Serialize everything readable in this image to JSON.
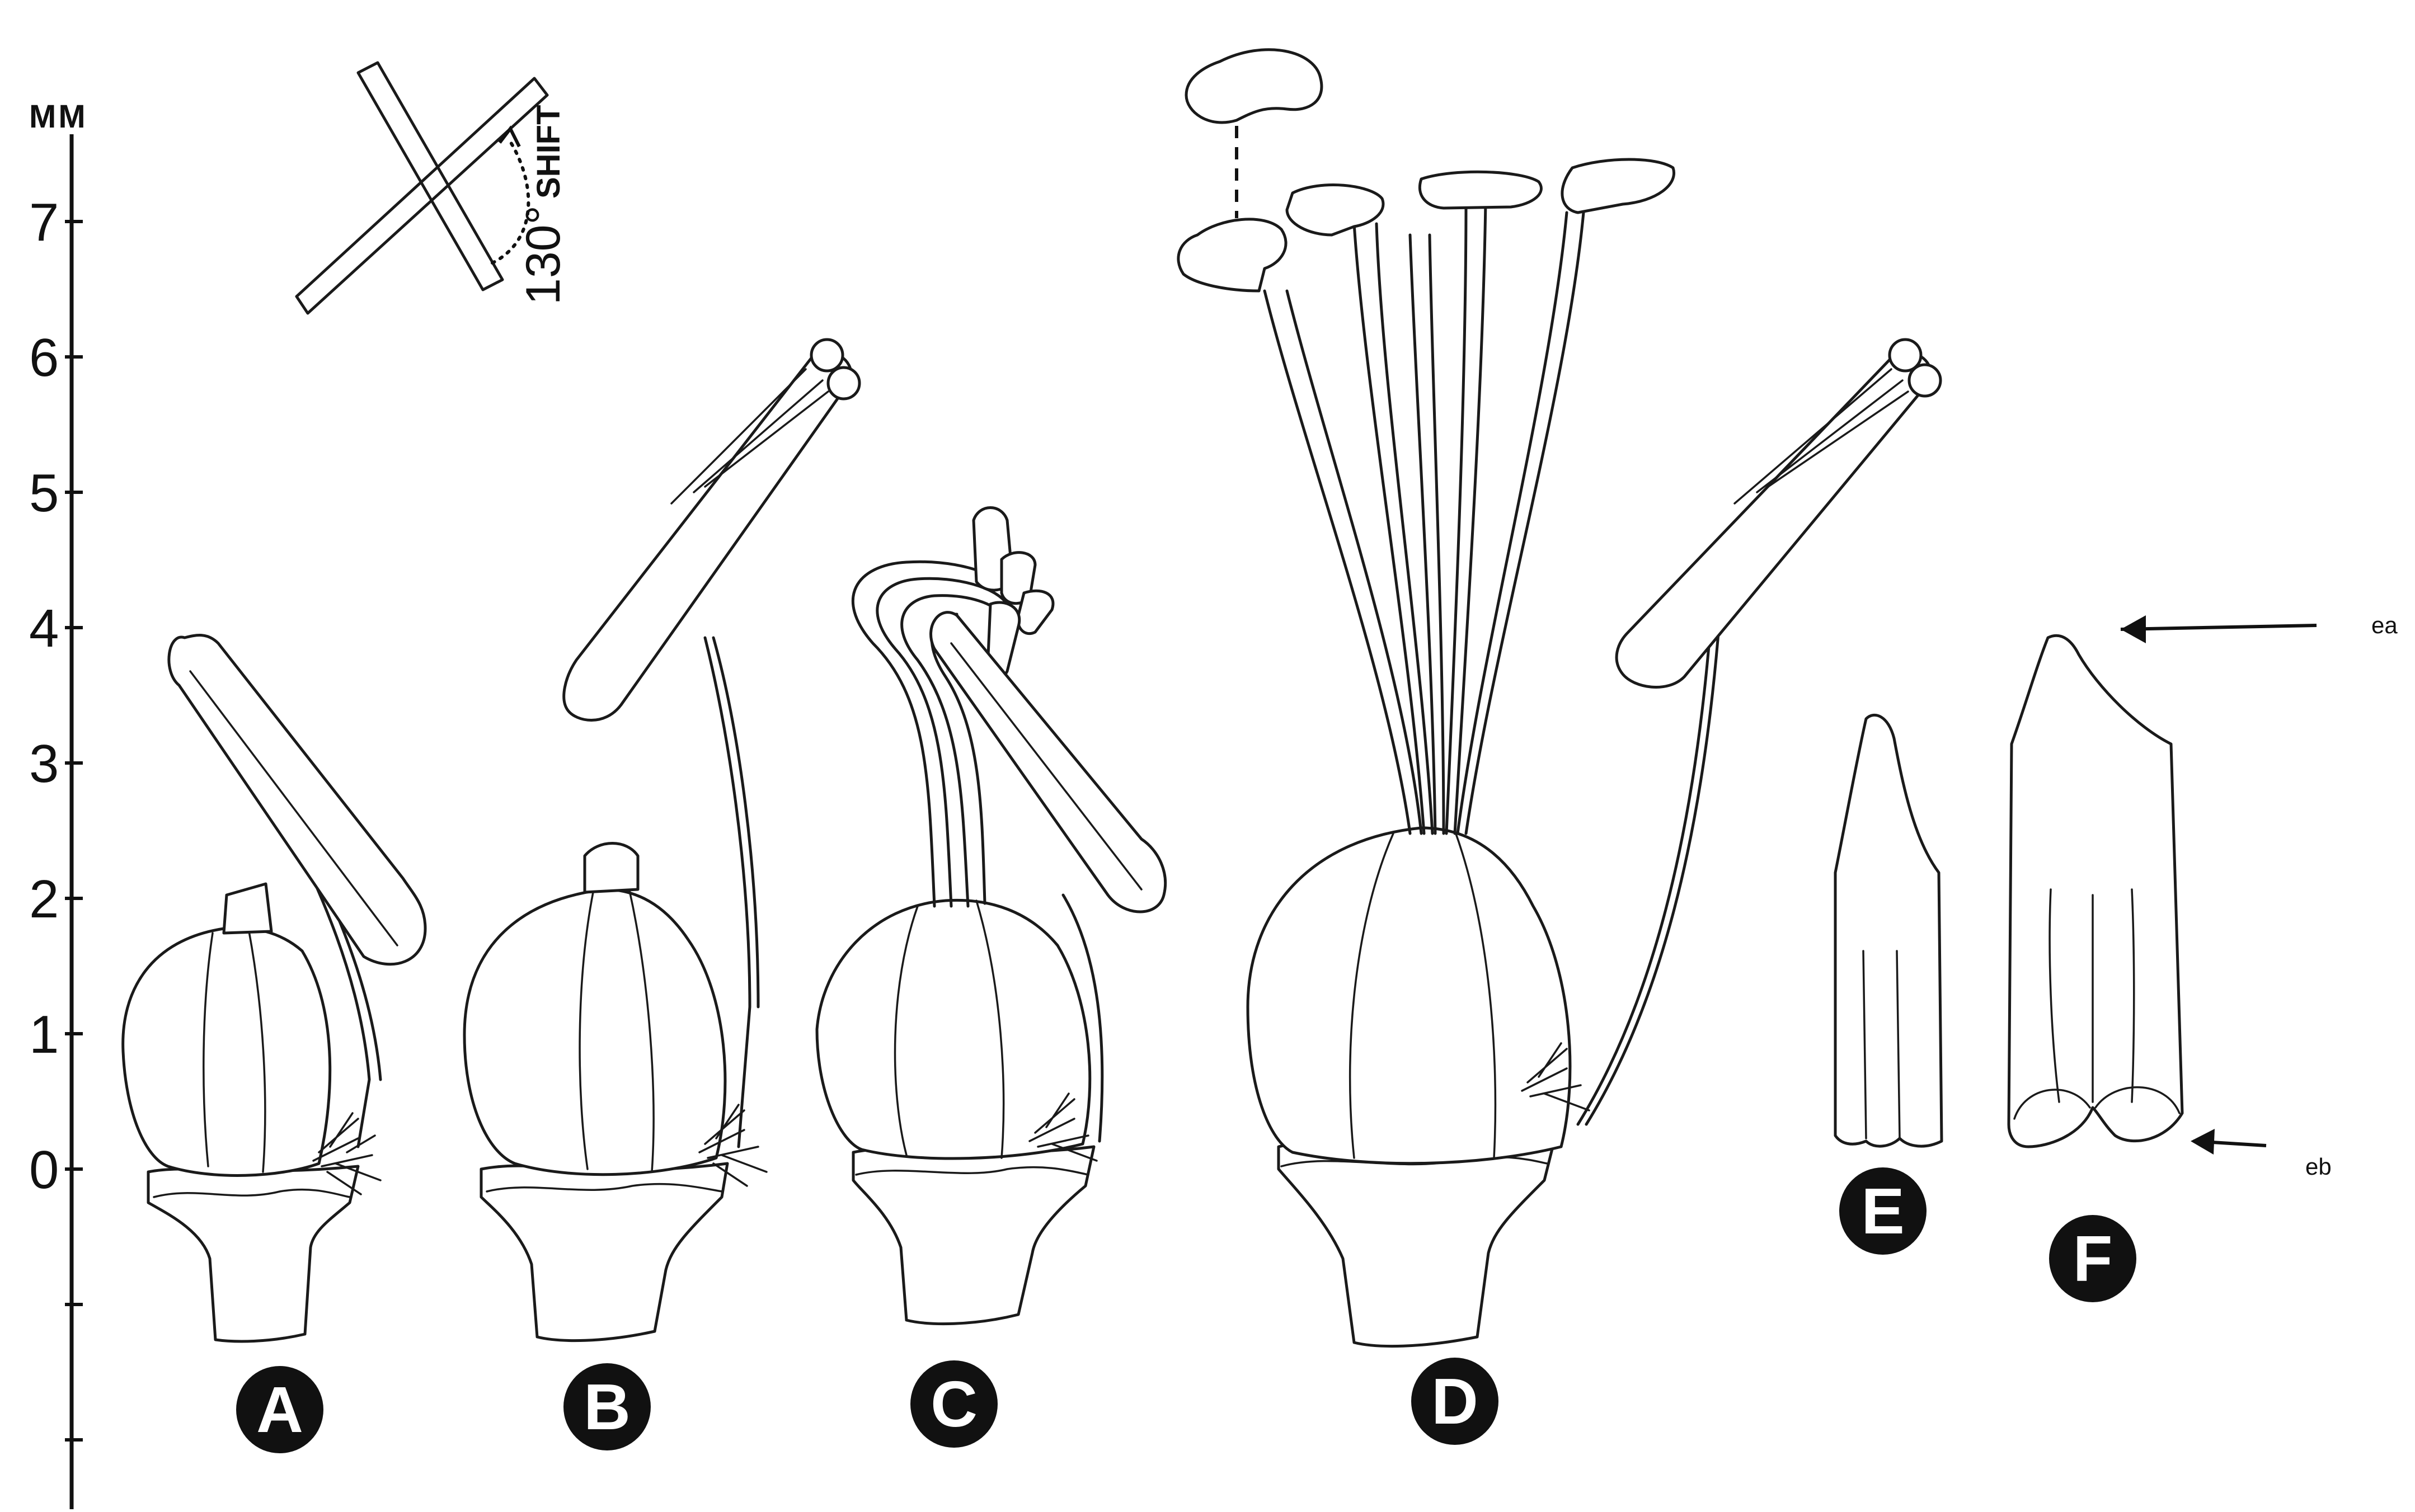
{
  "axis": {
    "unit": "MM",
    "ticks": [
      "0",
      "1",
      "2",
      "3",
      "4",
      "5",
      "6",
      "7"
    ]
  },
  "inset": {
    "angle": "130°",
    "label": "SHIFT"
  },
  "panels": [
    "A",
    "B",
    "C",
    "D",
    "E",
    "F"
  ],
  "annotations": {
    "top": "ea",
    "bottom": "eb"
  }
}
